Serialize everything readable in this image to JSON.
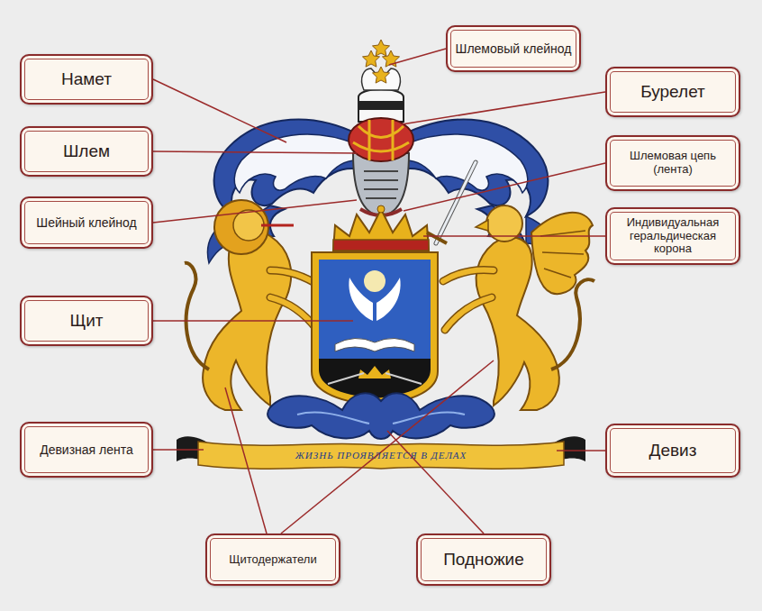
{
  "diagram": {
    "nodes": [
      {
        "text": [
          "Шлемовый клейнод"
        ]
      },
      {
        "text": [
          "Намет"
        ]
      },
      {
        "text": [
          "Бурелет"
        ]
      },
      {
        "text": [
          "Шлем"
        ]
      },
      {
        "text": [
          "Шлемовая цепь (лента)"
        ]
      },
      {
        "text": [
          "Шейный клейнод"
        ]
      },
      {
        "text": [
          "Индивидуальная геральдическая корона"
        ]
      },
      {
        "text": [
          "Щит"
        ]
      },
      {
        "text": [
          "Девизная лента"
        ]
      },
      {
        "text": [
          "Девиз"
        ]
      },
      {
        "text": [
          "Щитодержатели"
        ]
      },
      {
        "text": [
          "Подножие"
        ]
      }
    ],
    "labels": [
      "ЖИЗНЬ ПРОЯВЛЯЕТСЯ В ДЕЛАХ"
    ]
  }
}
